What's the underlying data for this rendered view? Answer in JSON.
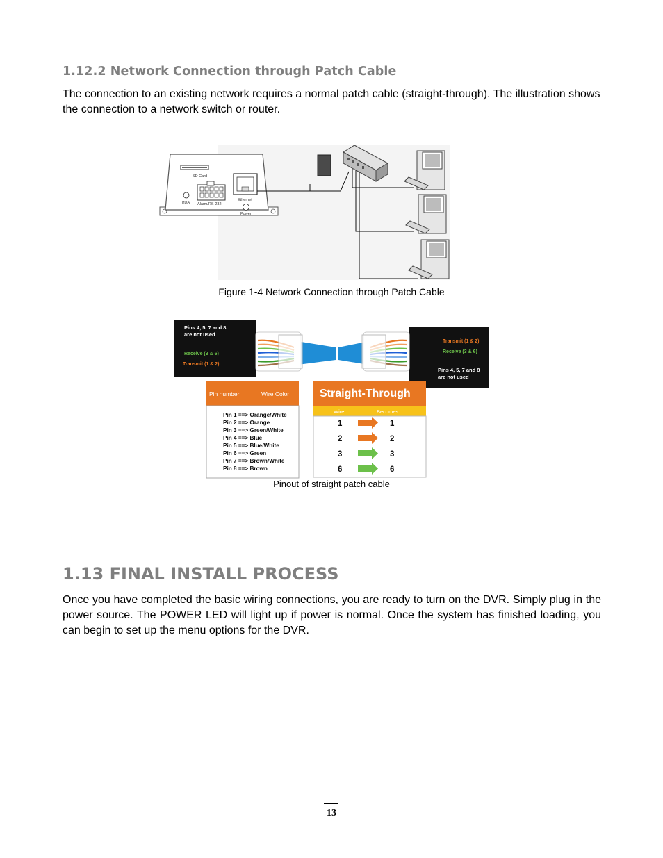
{
  "section_1_12_2": {
    "heading": "1.12.2 Network Connection through Patch Cable",
    "body": "The connection to an existing network requires a normal patch cable (straight-through). The illustration shows the connection to a network switch or router."
  },
  "figure_1_4": {
    "labels": {
      "sd_card": "SD Card",
      "irda": "IrDA",
      "alarm": "Alarm/RS-232",
      "ethernet": "Ethernet",
      "power": "Power"
    },
    "caption": "Figure 1-4 Network Connection through Patch Cable"
  },
  "pinout_figure": {
    "left_note": [
      "Pins 4, 5, 7 and 8",
      "are not used"
    ],
    "left_receive": "Receive (3 & 6)",
    "left_transmit": "Transmit (1 & 2)",
    "right_transmit": "Transmit (1 & 2)",
    "right_receive": "Receive (3 & 6)",
    "right_note": [
      "Pins 4, 5, 7 and 8",
      "are not used"
    ],
    "table_header_pin": "Pin number",
    "table_header_color": "Wire Color",
    "pins": [
      "Pin 1 ==> Orange/White",
      "Pin 2 ==> Orange",
      "Pin 3 ==> Green/White",
      "Pin 4 ==> Blue",
      "Pin 5 ==> Blue/White",
      "Pin 6 ==> Green",
      "Pin 7 ==> Brown/White",
      "Pin 8 ==> Brown"
    ],
    "straight_title": "Straight-Through",
    "straight_col_wire": "Wire",
    "straight_col_becomes": "Becomes",
    "straight_rows": [
      {
        "wire": "1",
        "becomes": "1",
        "arrow_color": "#e87722"
      },
      {
        "wire": "2",
        "becomes": "2",
        "arrow_color": "#e87722"
      },
      {
        "wire": "3",
        "becomes": "3",
        "arrow_color": "#6cc04a"
      },
      {
        "wire": "6",
        "becomes": "6",
        "arrow_color": "#6cc04a"
      }
    ],
    "caption": "Pinout of straight patch cable"
  },
  "section_1_13": {
    "heading": "1.13 FINAL INSTALL PROCESS",
    "body": "Once you have completed the basic wiring connections, you are ready to turn on the DVR. Simply plug in the power source. The POWER LED will light up if power is normal. Once the system has finished loading, you can begin to set up the menu options for the DVR."
  },
  "page_number": "13",
  "colors": {
    "heading_gray": "#7f7f7f",
    "orange": "#e87722",
    "green": "#6cc04a",
    "yellow": "#f7c21a",
    "cable_blue": "#1f8dd6"
  }
}
